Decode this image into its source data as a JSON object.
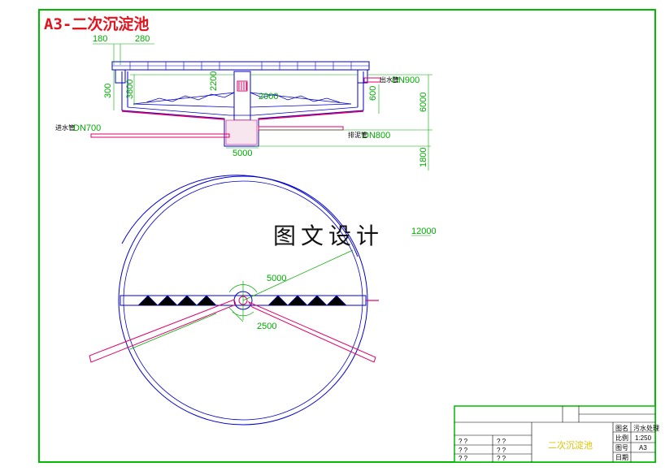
{
  "title": "A3-二次沉淀池",
  "watermark": "图文设计",
  "section": {
    "dims_top": [
      "180",
      "280"
    ],
    "dim_left_300": "300",
    "dim_left_3800": "3800",
    "dim_center_2200": "2200",
    "dim_center_2000": "2000",
    "dim_right_600": "600",
    "dim_right_6000": "6000",
    "dim_right_1800": "1800",
    "dim_bottom_5000": "5000",
    "pipe_right_top": "DN900",
    "pipe_left": "DN700",
    "pipe_right_bottom": "DN800",
    "pipe_prefix_left": "进水管",
    "pipe_prefix_right": "出水管",
    "pipe_prefix_sludge": "排泥管"
  },
  "plan": {
    "dim_diameter": "12000",
    "dim_radius": "5000",
    "dim_center": "2500"
  },
  "title_block": {
    "drawing_name": "二次沉淀池",
    "scale_label": "比例",
    "scale_value": "1:250",
    "size_label": "图号",
    "size_value": "A3",
    "row1_label": "图名",
    "row1_value": "污水处理",
    "row4_label": "日期",
    "company": "",
    "q": "? ?"
  },
  "colors": {
    "frame": "#00bb00",
    "structure": "#0000cc",
    "pipe": "#e0006a",
    "dimension": "#00aa00",
    "title": "#e0141e"
  }
}
